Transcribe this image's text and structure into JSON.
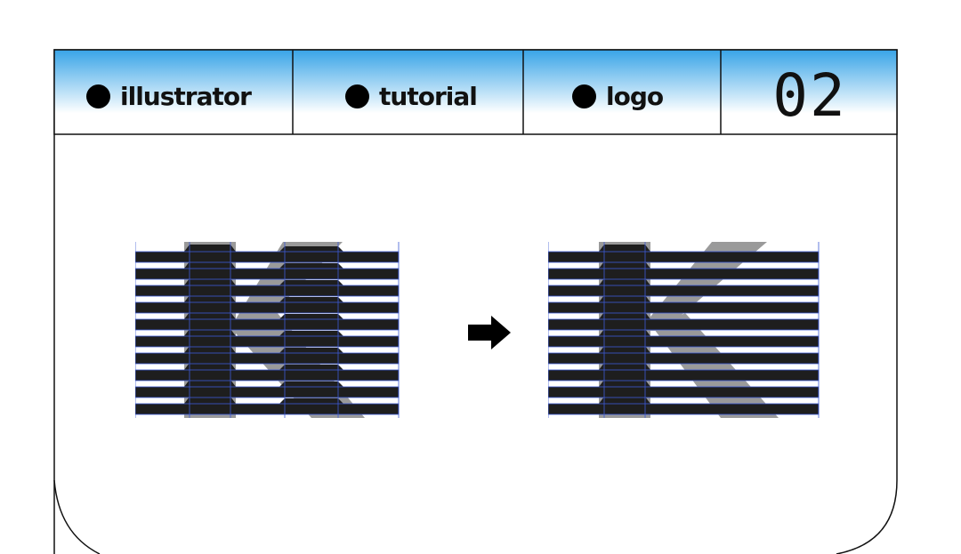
{
  "header": {
    "tags": [
      {
        "label": "illustrator",
        "icon": "bullet-dot-icon"
      },
      {
        "label": "tutorial",
        "icon": "bullet-dot-icon"
      },
      {
        "label": "logo",
        "icon": "bullet-dot-icon"
      }
    ],
    "step_number": "02",
    "gradient_colors": {
      "top": "#3aa6e8",
      "bottom": "#ffffff"
    }
  },
  "illustration": {
    "before": "letter-k-stripes-warped",
    "after": "letter-k-stripes-result",
    "arrow": "right-arrow-icon",
    "stripe_color": "#1e1e1e",
    "letter_color": "#999999",
    "path_color": "#3d5bd6"
  }
}
